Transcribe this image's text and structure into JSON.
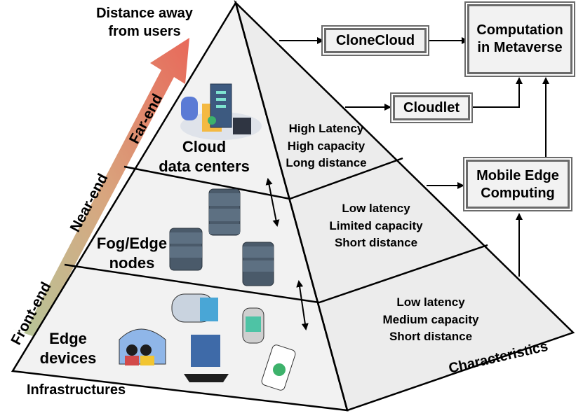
{
  "diagram": {
    "distance_label": "Distance away\nfrom users",
    "gradient_labels": {
      "front": "Front-end",
      "near": "Near-end",
      "far": "Far-end"
    },
    "infrastructure_caption": "Infrastructures",
    "characteristics_caption": "Characteristics",
    "layers": [
      {
        "name": "Cloud\ndata centers",
        "characteristics": "High Latency\nHigh capacity\nLong distance"
      },
      {
        "name": "Fog/Edge\nnodes",
        "characteristics": "Low latency\nLimited capacity\nShort distance"
      },
      {
        "name": "Edge\ndevices",
        "characteristics": "Low latency\nMedium capacity\nShort distance"
      }
    ],
    "boxes": {
      "clonecloud": "CloneCloud",
      "cloudlet": "Cloudlet",
      "mec": "Mobile Edge\nComputing",
      "metaverse": "Computation\nin Metaverse"
    },
    "colors": {
      "face_left": "#f2f2f2",
      "face_right": "#ececec",
      "arrow_start": "#b5c79a",
      "arrow_end": "#e8695a"
    }
  }
}
